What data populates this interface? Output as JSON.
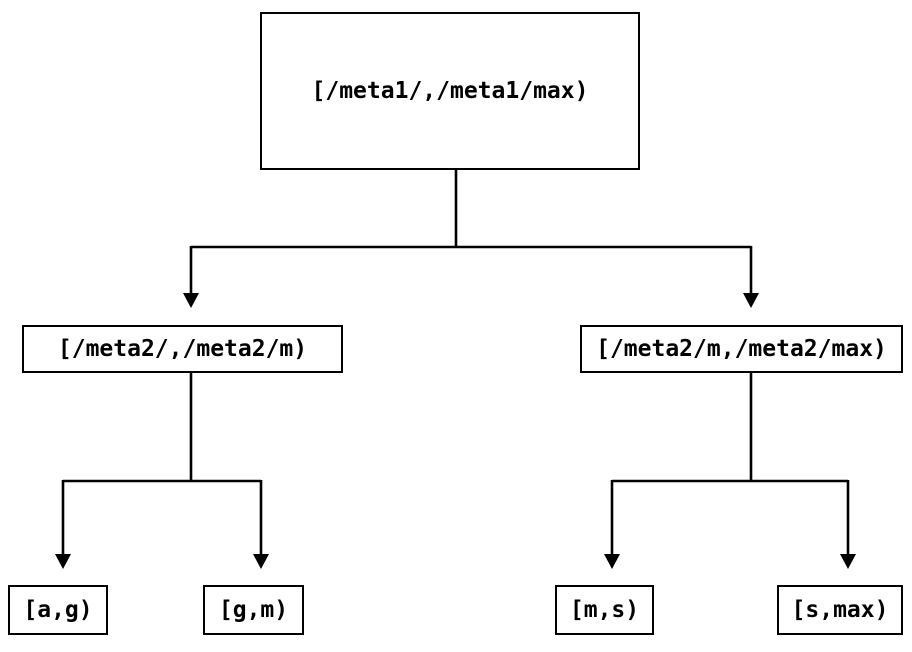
{
  "diagram": {
    "type": "tree",
    "colors": {
      "background": "#ffffff",
      "line": "#000000",
      "box_border": "#000000",
      "text": "#000000"
    },
    "nodes": {
      "root": {
        "label": "[/meta1/,/meta1/max)"
      },
      "mid_left": {
        "label": "[/meta2/,/meta2/m)"
      },
      "mid_right": {
        "label": "[/meta2/m,/meta2/max)"
      },
      "leaf_ag": {
        "label": "[a,g)"
      },
      "leaf_gm": {
        "label": "[g,m)"
      },
      "leaf_ms": {
        "label": "[m,s)"
      },
      "leaf_smax": {
        "label": "[s,max)"
      }
    },
    "edges": [
      {
        "from": "root",
        "to": "mid_left"
      },
      {
        "from": "root",
        "to": "mid_right"
      },
      {
        "from": "mid_left",
        "to": "leaf_ag"
      },
      {
        "from": "mid_left",
        "to": "leaf_gm"
      },
      {
        "from": "mid_right",
        "to": "leaf_ms"
      },
      {
        "from": "mid_right",
        "to": "leaf_smax"
      }
    ]
  }
}
